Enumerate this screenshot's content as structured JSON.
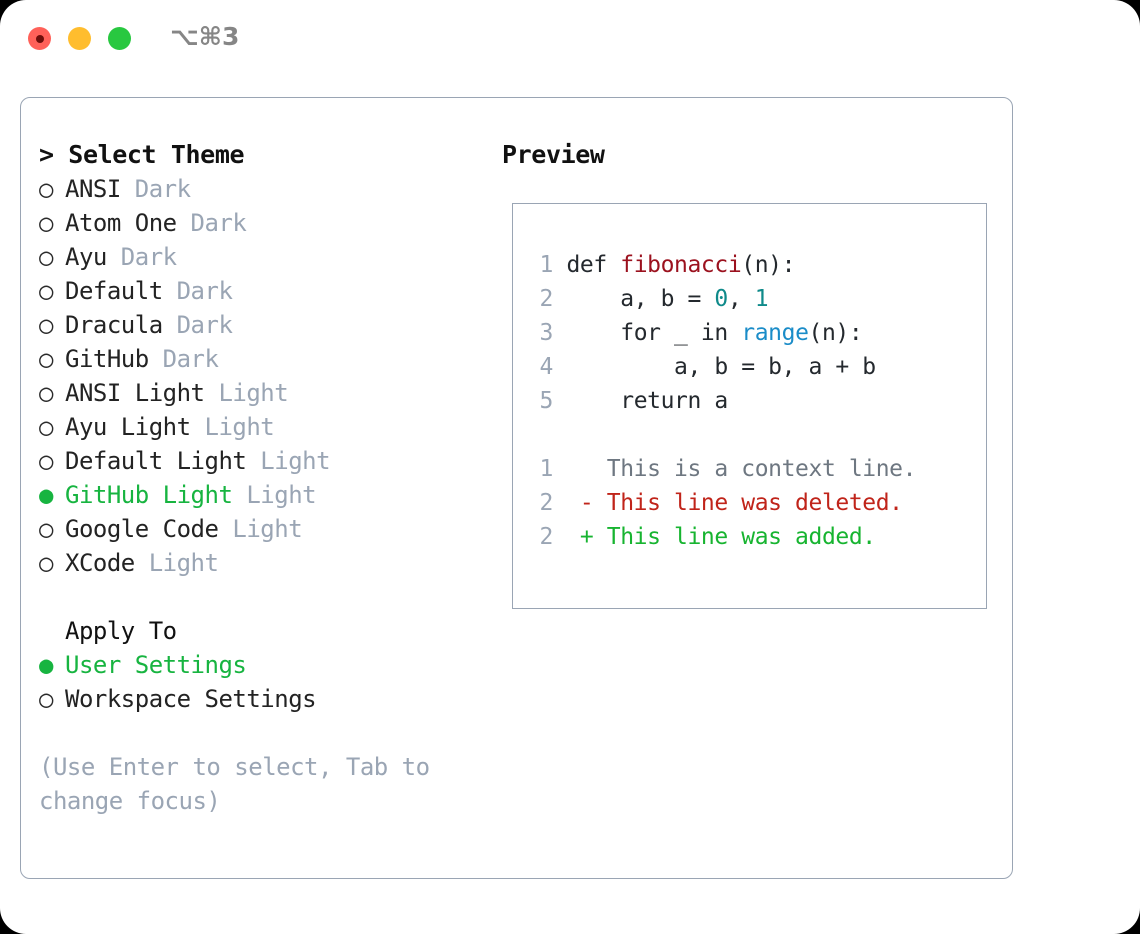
{
  "titlebar": {
    "shortcut": "⌥⌘3",
    "buttons": [
      {
        "name": "close",
        "color": "#ff6159"
      },
      {
        "name": "minimize",
        "color": "#ffbd2e"
      },
      {
        "name": "maximize",
        "color": "#28c840"
      }
    ]
  },
  "theme_panel": {
    "header": "> Select Theme",
    "bullet_unselected": "○",
    "bullet_selected": "●",
    "items": [
      {
        "name": "ANSI",
        "tag": "Dark",
        "selected": false
      },
      {
        "name": "Atom One",
        "tag": "Dark",
        "selected": false
      },
      {
        "name": "Ayu",
        "tag": "Dark",
        "selected": false
      },
      {
        "name": "Default",
        "tag": "Dark",
        "selected": false
      },
      {
        "name": "Dracula",
        "tag": "Dark",
        "selected": false
      },
      {
        "name": "GitHub",
        "tag": "Dark",
        "selected": false
      },
      {
        "name": "ANSI Light",
        "tag": "Light",
        "selected": false
      },
      {
        "name": "Ayu Light",
        "tag": "Light",
        "selected": false
      },
      {
        "name": "Default Light",
        "tag": "Light",
        "selected": false
      },
      {
        "name": "GitHub Light",
        "tag": "Light",
        "selected": true
      },
      {
        "name": "Google Code",
        "tag": "Light",
        "selected": false
      },
      {
        "name": "XCode",
        "tag": "Light",
        "selected": false
      }
    ]
  },
  "apply_to": {
    "header": "Apply To",
    "items": [
      {
        "name": "User Settings",
        "selected": true
      },
      {
        "name": "Workspace Settings",
        "selected": false
      }
    ]
  },
  "hint": "(Use Enter to select, Tab to change focus)",
  "preview": {
    "header": "Preview",
    "code_lines": [
      {
        "number": "1",
        "tokens": [
          {
            "text": "def ",
            "type": "plain"
          },
          {
            "text": "fibonacci",
            "type": "fn"
          },
          {
            "text": "(n):",
            "type": "plain"
          }
        ]
      },
      {
        "number": "2",
        "tokens": [
          {
            "text": "    a, b = ",
            "type": "plain"
          },
          {
            "text": "0",
            "type": "num"
          },
          {
            "text": ", ",
            "type": "plain"
          },
          {
            "text": "1",
            "type": "num"
          }
        ]
      },
      {
        "number": "3",
        "tokens": [
          {
            "text": "    for _ in ",
            "type": "plain"
          },
          {
            "text": "range",
            "type": "builtin"
          },
          {
            "text": "(n):",
            "type": "plain"
          }
        ]
      },
      {
        "number": "4",
        "tokens": [
          {
            "text": "        a, b = b, a + b",
            "type": "plain"
          }
        ]
      },
      {
        "number": "5",
        "tokens": [
          {
            "text": "    return a",
            "type": "plain"
          }
        ]
      }
    ],
    "diff_lines": [
      {
        "number": "1",
        "marker": " ",
        "text": "This is a context line.",
        "type": "ctx"
      },
      {
        "number": "2",
        "marker": "-",
        "text": "This line was deleted.",
        "type": "del"
      },
      {
        "number": "2",
        "marker": "+",
        "text": "This line was added.",
        "type": "add"
      }
    ]
  },
  "colors": {
    "accent_green": "#17b440",
    "muted": "#9aa5b4",
    "border": "#9aa5b4",
    "diff_add": "#17b430",
    "diff_del": "#c0241a",
    "token_fn": "#9b111e",
    "token_num": "#0f8a8a",
    "token_builtin": "#1a8cc8"
  }
}
